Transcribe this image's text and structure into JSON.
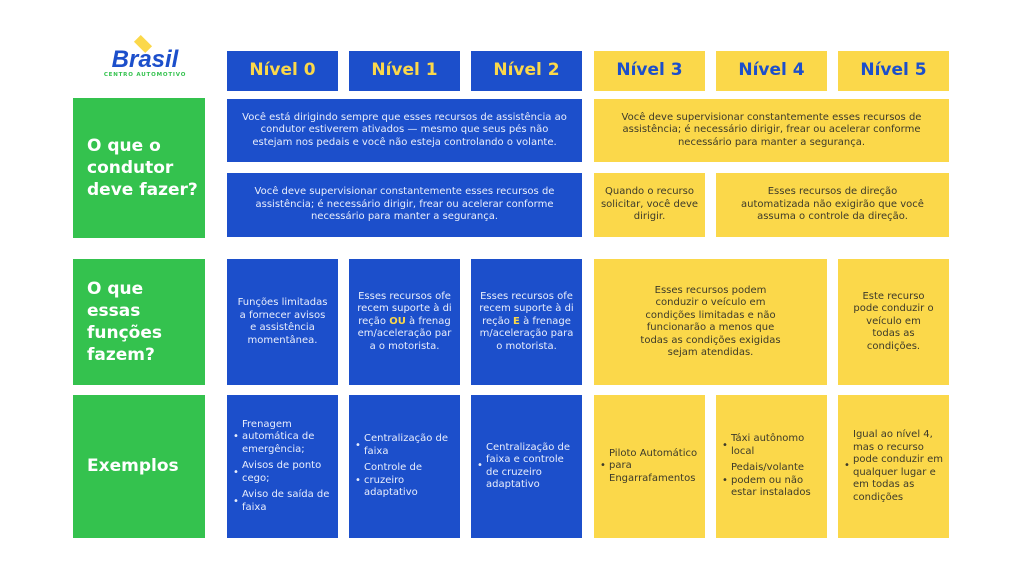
{
  "logo": {
    "brand": "Brasil",
    "subtitle": "CENTRO AUTOMOTIVO"
  },
  "levels": [
    "Nível 0",
    "Nível 1",
    "Nível 2",
    "Nível 3",
    "Nível 4",
    "Nível 5"
  ],
  "rows": {
    "driver": {
      "label": "O que o condutor deve fazer?",
      "blue_top": "Você está dirigindo sempre que esses recursos de assistência ao condutor estiverem ativados — mesmo que seus pés não estejam nos pedais e você não esteja controlando o volante.",
      "blue_bottom": "Você deve supervisionar constantemente esses recursos de assistência; é necessário dirigir, frear ou acelerar conforme necessário para manter a segurança.",
      "yellow_top": "Você deve supervisionar constantemente esses recursos de assistência; é necessário dirigir, frear ou acelerar conforme necessário para manter a segurança.",
      "level3": "Quando o recurso solicitar, você deve dirigir.",
      "level45": "Esses recursos de direção automatizada não exigirão que você assuma o controle da direção."
    },
    "functions": {
      "label": "O que essas funções fazem?",
      "level0": "Funções limitadas a fornecer avisos e assistência momentânea.",
      "level1_pre": "Esses recursos oferecem suporte à direção ",
      "level1_hl": "OU",
      "level1_post": " à frenagem/aceleração para o motorista.",
      "level2_pre": "Esses recursos oferecem suporte à direção ",
      "level2_hl": "E",
      "level2_post": " à frenagem/aceleração para o motorista.",
      "level34": "Esses recursos podem conduzir o veículo em condições limitadas e não funcionarão a menos que todas as condições exigidas sejam atendidas.",
      "level5": "Este recurso pode conduzir o veículo em todas as condições."
    },
    "examples": {
      "label": "Exemplos",
      "level0": [
        "Frenagem automática de emergência;",
        "Avisos de ponto cego;",
        "Aviso de saída de faixa"
      ],
      "level1": [
        "Centralização de faixa",
        "Controle de cruzeiro adaptativo"
      ],
      "level2": [
        "Centralização de faixa e controle de cruzeiro adaptativo"
      ],
      "level3": [
        "Piloto Automático para Engarrafamentos"
      ],
      "level4": [
        "Táxi autônomo local",
        "Pedais/volante podem ou não estar instalados"
      ],
      "level5": [
        "Igual ao nível 4, mas o recurso pode conduzir em qualquer lugar e em todas as condições"
      ]
    }
  }
}
